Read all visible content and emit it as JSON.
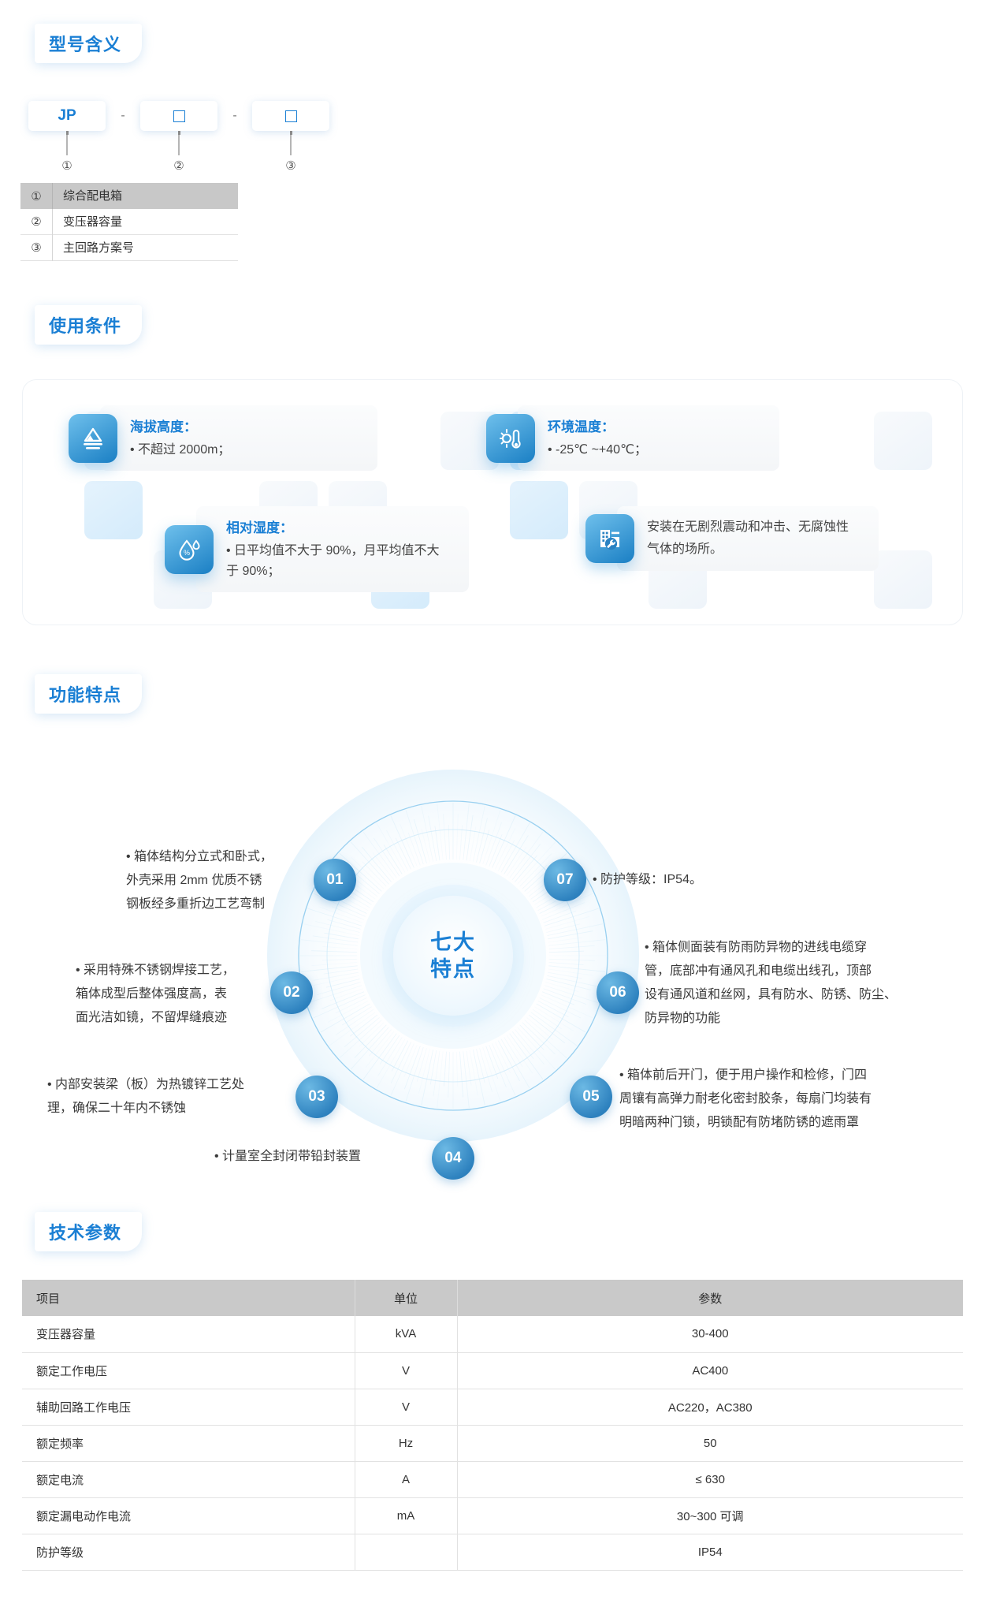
{
  "sections": {
    "model": "型号含义",
    "usage": "使用条件",
    "features": "功能特点",
    "tech": "技术参数"
  },
  "model": {
    "chips": [
      "JP",
      "□",
      "□"
    ],
    "separator": "-",
    "markers": [
      "①",
      "②",
      "③"
    ],
    "legend": [
      {
        "no": "①",
        "label": "综合配电箱"
      },
      {
        "no": "②",
        "label": "变压器容量"
      },
      {
        "no": "③",
        "label": "主回路方案号"
      }
    ]
  },
  "usage": {
    "items": [
      {
        "icon": "altitude-mountain-icon",
        "title": "海拔高度：",
        "lines": [
          "• 不超过 2000m；"
        ]
      },
      {
        "icon": "temperature-thermometer-icon",
        "title": "环境温度：",
        "lines": [
          "• -25℃ ~+40℃；"
        ]
      },
      {
        "icon": "humidity-droplet-icon",
        "title": "相对湿度：",
        "lines": [
          "• 日平均值不大于 90%，月平均值不大",
          "于 90%；"
        ]
      },
      {
        "icon": "installation-building-wrench-icon",
        "title": "",
        "lines": [
          "安装在无剧烈震动和冲击、无腐蚀性",
          "气体的场所。"
        ]
      }
    ]
  },
  "features": {
    "core_line1": "七大",
    "core_line2": "特点",
    "nodes": [
      {
        "num": "01",
        "lines": [
          "• 箱体结构分立式和卧式，",
          "外壳采用 2mm 优质不锈",
          "钢板经多重折边工艺弯制"
        ]
      },
      {
        "num": "02",
        "lines": [
          "• 采用特殊不锈钢焊接工艺，",
          "箱体成型后整体强度高，表",
          "面光洁如镜，不留焊缝痕迹"
        ]
      },
      {
        "num": "03",
        "lines": [
          "• 内部安装梁（板）为热镀锌工艺处",
          "理，确保二十年内不锈蚀"
        ]
      },
      {
        "num": "04",
        "lines": [
          "• 计量室全封闭带铅封装置"
        ]
      },
      {
        "num": "05",
        "lines": [
          "• 箱体前后开门，便于用户操作和检修，门四",
          "周镶有高弹力耐老化密封胶条，每扇门均装有",
          "明暗两种门锁，明锁配有防堵防锈的遮雨罩"
        ]
      },
      {
        "num": "06",
        "lines": [
          "• 箱体侧面装有防雨防异物的进线电缆穿",
          "管，底部冲有通风孔和电缆出线孔，顶部",
          "设有通风道和丝网，具有防水、防锈、防尘、",
          "防异物的功能"
        ]
      },
      {
        "num": "07",
        "lines": [
          "• 防护等级：IP54。"
        ]
      }
    ]
  },
  "tech": {
    "headers": [
      "项目",
      "单位",
      "参数"
    ],
    "rows": [
      {
        "item": "变压器容量",
        "unit": "kVA",
        "param": "30-400"
      },
      {
        "item": "额定工作电压",
        "unit": "V",
        "param": "AC400"
      },
      {
        "item": "辅助回路工作电压",
        "unit": "V",
        "param": "AC220，AC380"
      },
      {
        "item": "额定频率",
        "unit": "Hz",
        "param": "50"
      },
      {
        "item": "额定电流",
        "unit": "A",
        "param": "≤ 630"
      },
      {
        "item": "额定漏电动作电流",
        "unit": "mA",
        "param": "30~300 可调"
      },
      {
        "item": "防护等级",
        "unit": "",
        "param": "IP54"
      }
    ]
  },
  "colors": {
    "accent": "#1a7fd4",
    "icon_gradient_start": "#6fc0ec",
    "icon_gradient_end": "#1a7fc4",
    "table_header_bg": "#c9c9c9"
  }
}
